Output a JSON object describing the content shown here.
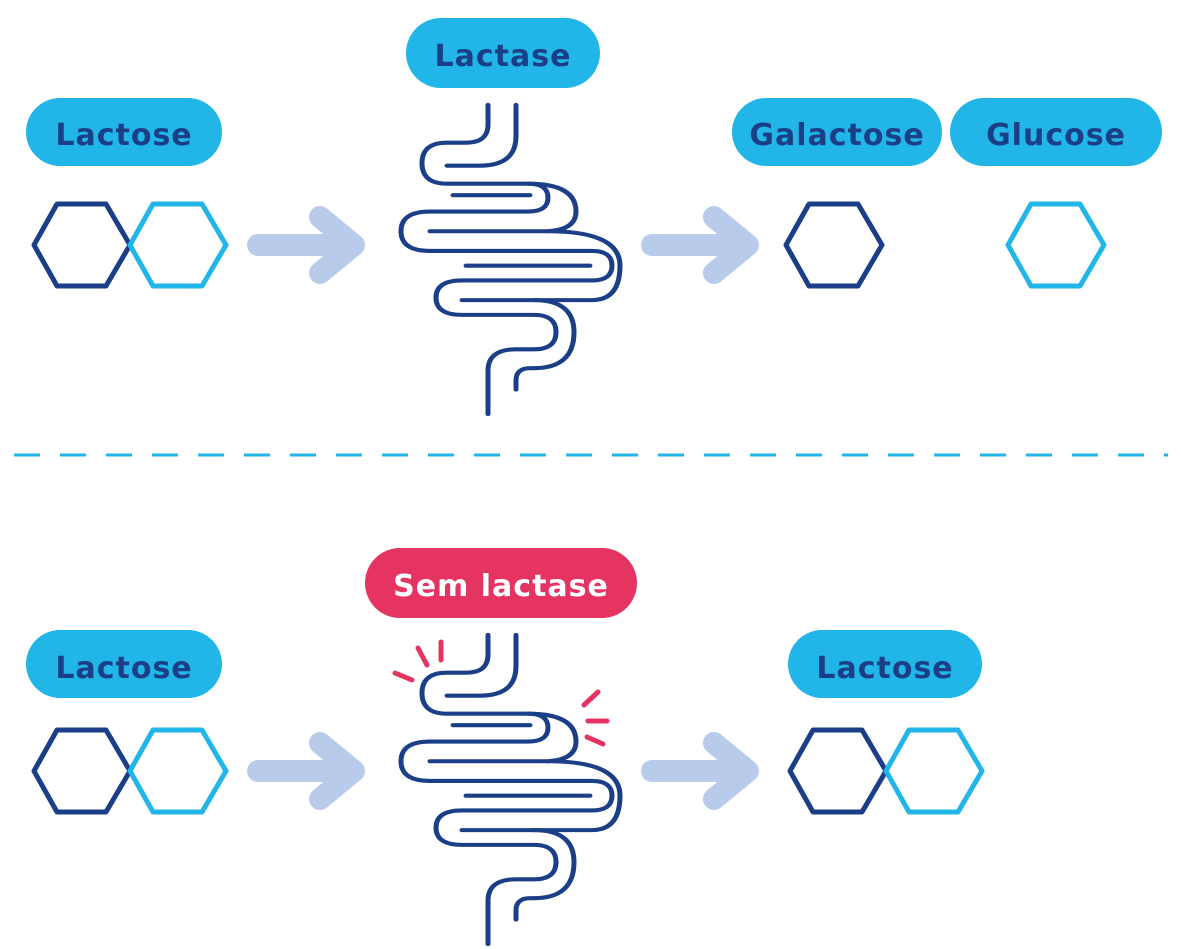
{
  "colors": {
    "dark_blue": "#1a3f87",
    "light_blue": "#22b5e8",
    "arrow": "#b9cbeb",
    "alert": "#e63462",
    "white": "#ffffff"
  },
  "top_row": {
    "enzyme_label": "Lactase",
    "input_label": "Lactose",
    "output_labels": [
      "Galactose",
      "Glucose"
    ]
  },
  "bottom_row": {
    "enzyme_label": "Sem lactase",
    "input_label": "Lactose",
    "output_label": "Lactose"
  }
}
